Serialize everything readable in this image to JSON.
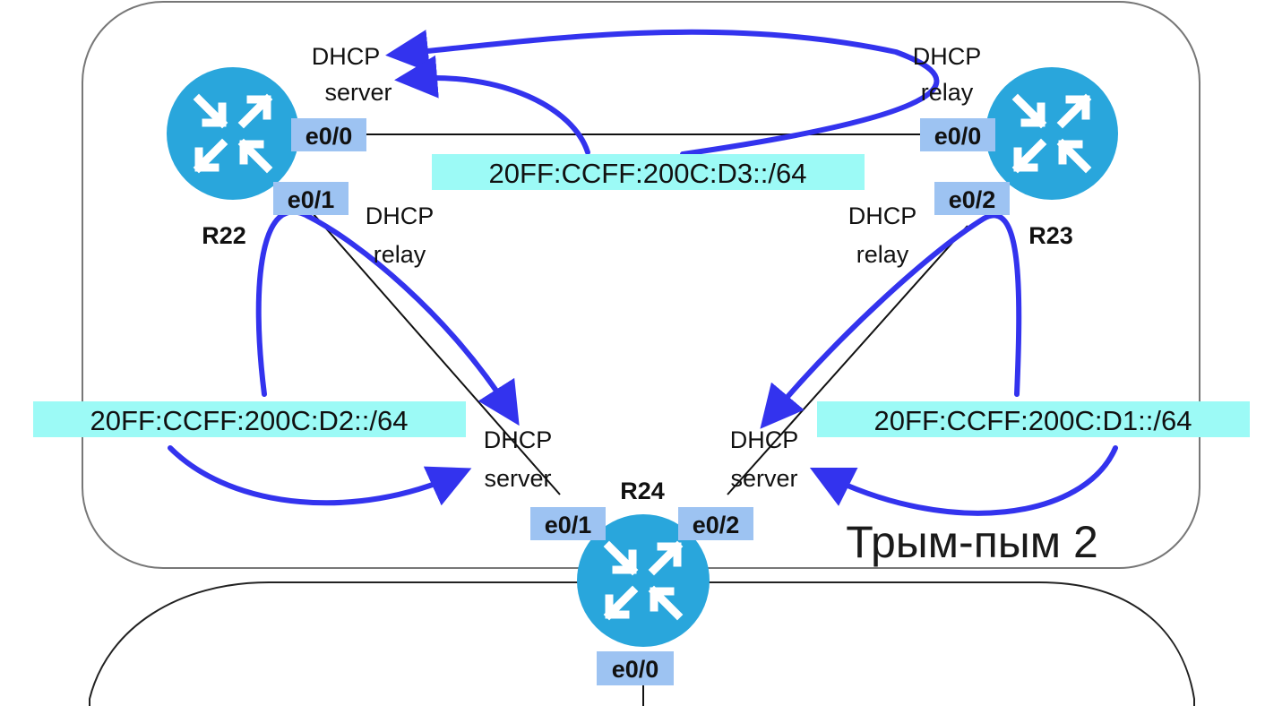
{
  "zone_label": "Трым-пым 2",
  "routers": {
    "r22": {
      "name": "R22"
    },
    "r23": {
      "name": "R23"
    },
    "r24": {
      "name": "R24"
    }
  },
  "interfaces": {
    "r22_e0_0": "e0/0",
    "r22_e0_1": "e0/1",
    "r23_e0_0": "e0/0",
    "r23_e0_2": "e0/2",
    "r24_e0_1": "e0/1",
    "r24_e0_2": "e0/2",
    "r24_e0_0": "e0/0"
  },
  "roles": {
    "r22_top": {
      "line1": "DHCP",
      "line2": "server"
    },
    "r23_top": {
      "line1": "DHCP",
      "line2": "relay"
    },
    "r22_bottom": {
      "line1": "DHCP",
      "line2": "relay"
    },
    "r23_bottom": {
      "line1": "DHCP",
      "line2": "relay"
    },
    "r24_left": {
      "line1": "DHCP",
      "line2": "server"
    },
    "r24_right": {
      "line1": "DHCP",
      "line2": "server"
    }
  },
  "prefixes": {
    "d3": "20FF:CCFF:200C:D3::/64",
    "d2": "20FF:CCFF:200C:D2::/64",
    "d1": "20FF:CCFF:200C:D1::/64"
  },
  "colors": {
    "router_fill": "#29a6dc",
    "arrow": "#3333ee",
    "iface_bg": "#9dc3f2",
    "prefix_bg": "#9cfaf6",
    "zone_stroke": "#777777"
  }
}
